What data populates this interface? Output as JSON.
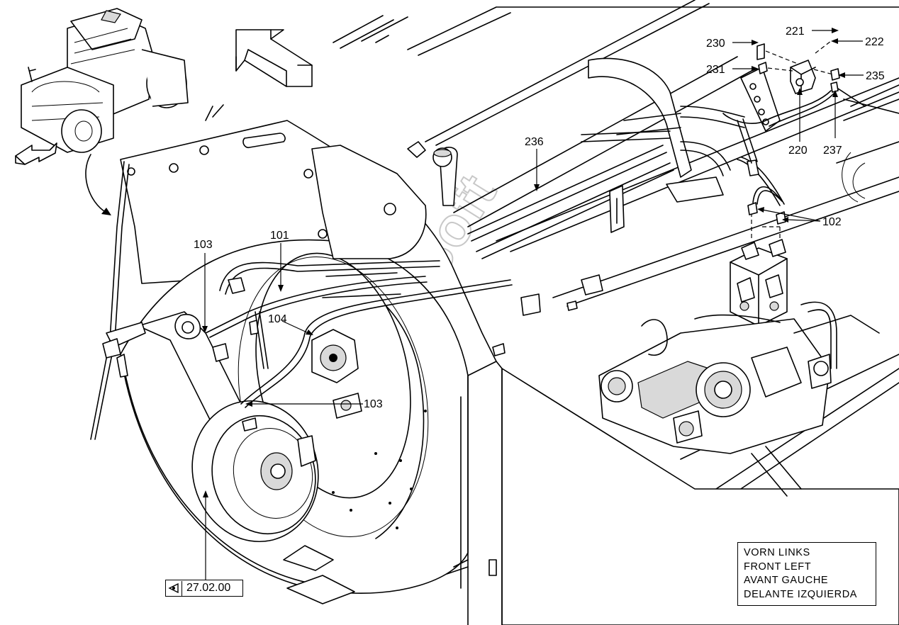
{
  "watermark": "AutoSoft",
  "callouts": {
    "c101": "101",
    "c102": "102",
    "c103a": "103",
    "c103b": "103",
    "c104": "104",
    "c220": "220",
    "c221": "221",
    "c222": "222",
    "c230": "230",
    "c231": "231",
    "c235": "235",
    "c236": "236",
    "c237": "237"
  },
  "legend": {
    "line1": "VORN LINKS",
    "line2": "FRONT LEFT",
    "line3": "AVANT GAUCHE",
    "line4": "DELANTE IZQUIERDA"
  },
  "reference": {
    "label": "27.02.00",
    "icon": "view-eye-icon"
  }
}
